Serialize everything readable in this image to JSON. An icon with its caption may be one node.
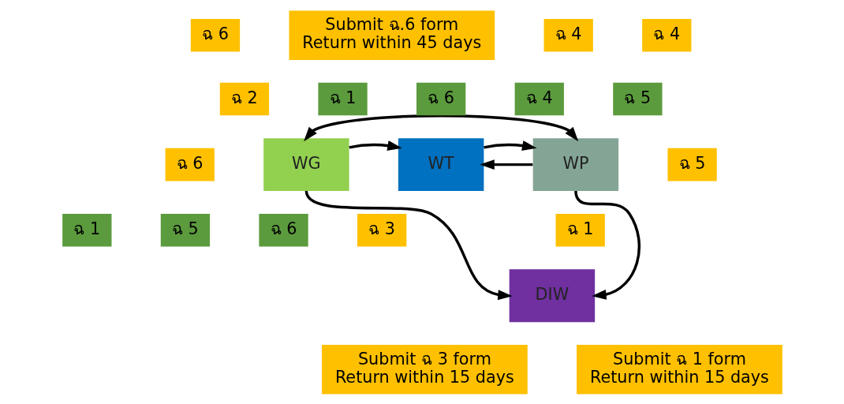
{
  "diagram": {
    "nodes": [
      {
        "text": [
          "ฉ 6"
        ]
      },
      {
        "text": [
          "Submit ฉ.6 form",
          "Return within 45 days"
        ]
      },
      {
        "text": [
          "ฉ 2"
        ]
      },
      {
        "text": [
          "WG"
        ]
      },
      {
        "text": [
          "ฉ 6"
        ]
      },
      {
        "text": [
          "ฉ 1"
        ]
      },
      {
        "text": [
          "ฉ 6"
        ]
      },
      {
        "text": [
          "ฉ 4"
        ]
      },
      {
        "text": [
          "ฉ 5"
        ]
      },
      {
        "text": [
          "ฉ 4"
        ]
      },
      {
        "text": [
          "WT"
        ]
      },
      {
        "text": [
          "ฉ 4"
        ]
      },
      {
        "text": [
          "WP"
        ]
      },
      {
        "text": [
          "ฉ 5"
        ]
      },
      {
        "text": [
          "ฉ 1"
        ]
      },
      {
        "text": [
          "ฉ 5"
        ]
      },
      {
        "text": [
          "ฉ 6"
        ]
      },
      {
        "text": [
          "ฉ 3"
        ]
      },
      {
        "text": [
          "DIW"
        ]
      },
      {
        "text": [
          "ฉ 1"
        ]
      },
      {
        "text": [
          "Submit ฉ 3 form",
          "Return within 15 days"
        ]
      },
      {
        "text": [
          "Submit ฉ 1 form",
          "Return within 15 days"
        ]
      }
    ],
    "edges": [
      {
        "from": 3,
        "to": 12,
        "arrow": "both"
      },
      {
        "from": 3,
        "to": 10,
        "arrow": "to"
      },
      {
        "from": 12,
        "to": 10,
        "arrow": "to"
      },
      {
        "from": 10,
        "to": 12,
        "arrow": "to"
      },
      {
        "from": 3,
        "to": 18,
        "arrow": "to"
      },
      {
        "from": 12,
        "to": 18,
        "arrow": "to"
      }
    ]
  }
}
